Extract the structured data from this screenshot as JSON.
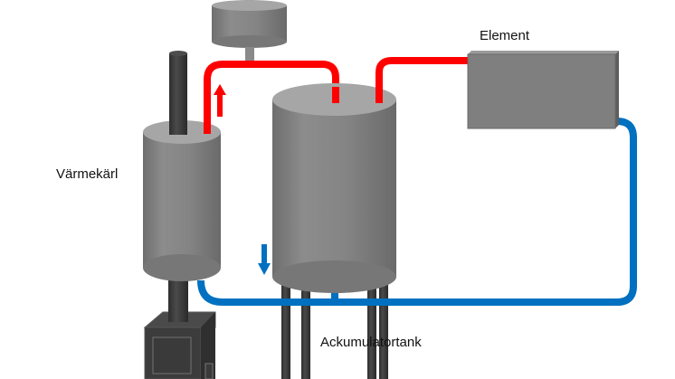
{
  "diagram": {
    "labels": {
      "heater": "Värmekärl",
      "element": "Element",
      "tank": "Ackumulatortank"
    },
    "colors": {
      "hot_pipe": "#ff0000",
      "cold_pipe": "#0070c0",
      "vessel_gray": "#808080",
      "vessel_top": "#a6a6a6",
      "dark_gray": "#404040",
      "background": "#ffffff"
    },
    "flow": {
      "hot_direction": "up",
      "cold_direction": "down"
    }
  }
}
